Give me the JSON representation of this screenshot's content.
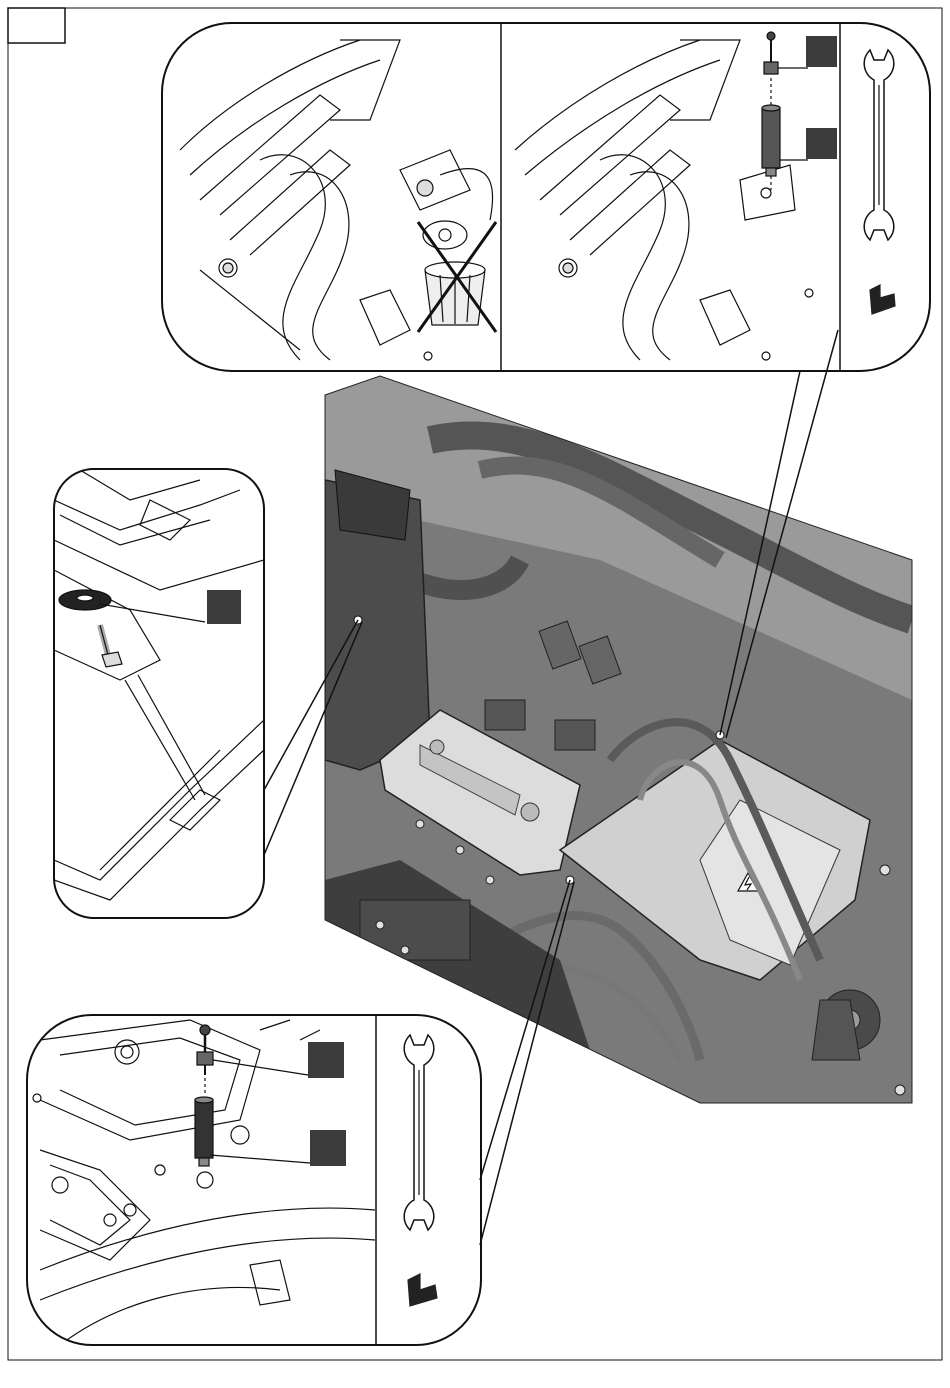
{
  "page": {
    "step_number": "",
    "callout_labels": [
      "",
      "",
      "",
      "",
      ""
    ],
    "panels": [
      {
        "id": "remove-fastener",
        "tool_icon": "none",
        "shows_discard_symbol": true
      },
      {
        "id": "install-upper-bolt-standoff",
        "tool_icon": "open-end-wrench-icon",
        "torque_icon": "torque-symbol-icon"
      },
      {
        "id": "install-washer-stud",
        "tool_icon": "none"
      },
      {
        "id": "install-lower-bolt-standoff",
        "tool_icon": "open-end-wrench-icon",
        "torque_icon": "torque-symbol-icon"
      }
    ],
    "warning_symbol": "high-voltage-warning-icon",
    "colors": {
      "line": "#111111",
      "callout_box": "#3c3c3c",
      "engine_dark": "#4a4a4a",
      "engine_mid": "#8c8c8c",
      "engine_light": "#cfcfcf"
    }
  }
}
